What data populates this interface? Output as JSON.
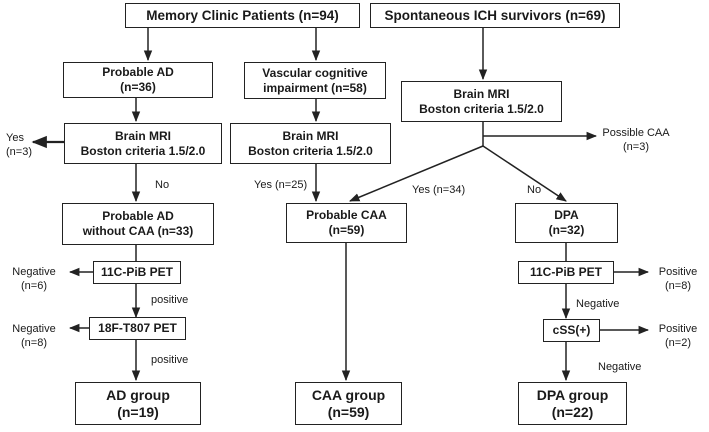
{
  "boxes": {
    "memory_clinic": [
      "Memory Clinic Patients (n=94)"
    ],
    "ich_survivors": [
      "Spontaneous ICH survivors (n=69)"
    ],
    "probable_ad": [
      "Probable AD",
      "(n=36)"
    ],
    "vci": [
      "Vascular cognitive",
      "impairment (n=58)"
    ],
    "mri_left": [
      "Brain MRI",
      "Boston criteria 1.5/2.0"
    ],
    "mri_mid": [
      "Brain MRI",
      "Boston criteria 1.5/2.0"
    ],
    "mri_right": [
      "Brain MRI",
      "Boston criteria 1.5/2.0"
    ],
    "ad_no_caa": [
      "Probable AD",
      "without CAA (n=33)"
    ],
    "probable_caa": [
      "Probable CAA",
      "(n=59)"
    ],
    "dpa": [
      "DPA",
      "(n=32)"
    ],
    "pib_left": [
      "11C-PiB PET"
    ],
    "t807": [
      "18F-T807 PET"
    ],
    "pib_right": [
      "11C-PiB PET"
    ],
    "css": [
      "cSS(+)"
    ],
    "ad_group": [
      "AD group",
      "(n=19)"
    ],
    "caa_group": [
      "CAA group",
      "(n=59)"
    ],
    "dpa_group": [
      "DPA group",
      "(n=22)"
    ]
  },
  "labels": {
    "yes_left": [
      "Yes",
      "(n=3)"
    ],
    "no_left": [
      "No"
    ],
    "yes_mid": [
      "Yes (n=25)"
    ],
    "possible_caa": [
      "Possible CAA",
      "(n=3)"
    ],
    "yes_right": [
      "Yes (n=34)"
    ],
    "no_right": [
      "No"
    ],
    "negative_pib": [
      "Negative",
      "(n=6)"
    ],
    "positive_pib": [
      "positive"
    ],
    "negative_t807": [
      "Negative",
      "(n=8)"
    ],
    "positive_t807": [
      "positive"
    ],
    "positive_pib_right": [
      "Positive",
      "(n=8)"
    ],
    "negative_pib_right": [
      "Negative"
    ],
    "positive_css": [
      "Positive",
      "(n=2)"
    ],
    "negative_css": [
      "Negative"
    ]
  }
}
